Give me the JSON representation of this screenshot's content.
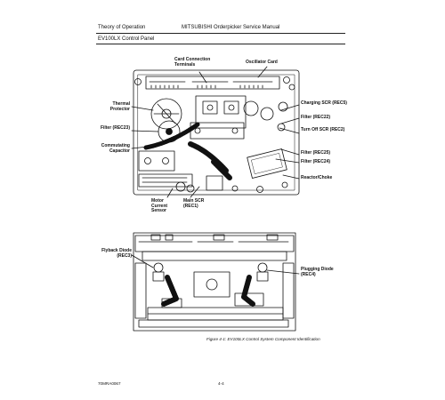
{
  "header": {
    "section": "Theory of Operation",
    "manual": "MITSUBISHI Orderpicker Service Manual",
    "subsection": "EV100LX Control Panel"
  },
  "top_labels": {
    "card_connection": "Card Connection Terminals",
    "oscillator": "Oscillator Card",
    "thermal": "Thermal Protector",
    "filter_rec23": "Filter (REC23)",
    "commutating": "Commutating Capacitor",
    "charging_scr": "Charging SCR (REC5)",
    "filter_rec22": "Filter (REC22)",
    "turn_off_scr": "Turn Off SCR (REC2)",
    "filter_rec25": "Filter (REC25)",
    "filter_rec24": "Filter (REC24)",
    "reactor": "Reactor/Choke",
    "motor_current": "Motor Current Sensor",
    "main_scr": "Main SCR (REC1)"
  },
  "bottom_labels": {
    "flyback": "Flyback Diode (REC3)",
    "plugging": "Plugging Diode (REC4)"
  },
  "caption": "Figure 4-1: EV100LX Control System Component Identification",
  "footer": {
    "doc_id": "70MRA0067",
    "page": "4-4"
  }
}
